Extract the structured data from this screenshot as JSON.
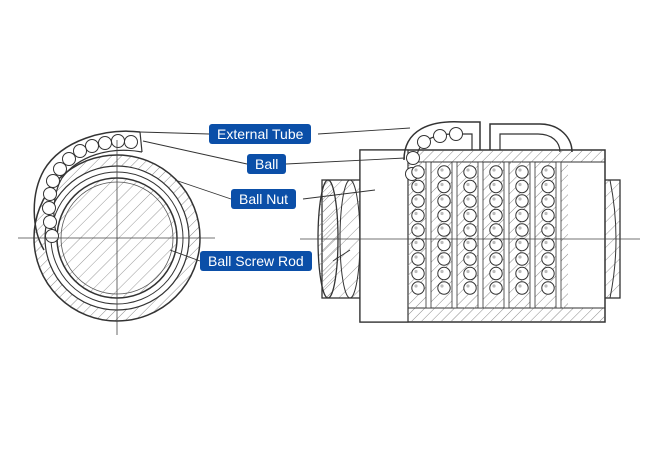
{
  "labels": {
    "external_tube": "External Tube",
    "ball": "Ball",
    "ball_nut": "Ball Nut",
    "ball_screw_rod": "Ball Screw Rod"
  },
  "colors": {
    "callout_bg": "#0b4fa8",
    "callout_text": "#ffffff",
    "line": "#333333",
    "hatch": "#777777"
  }
}
